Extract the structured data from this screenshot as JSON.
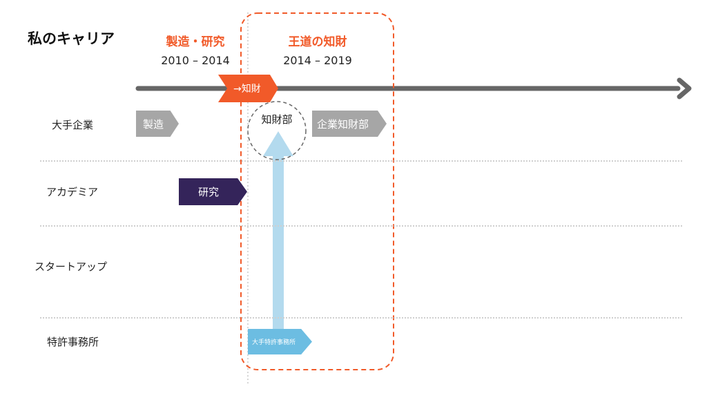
{
  "title": "私のキャリア",
  "phases": [
    {
      "name": "製造・研究",
      "years": "2010 – 2014"
    },
    {
      "name": "王道の知財",
      "years": "2014 – 2019"
    }
  ],
  "timeline_marker": "→知財",
  "rows": [
    "大手企業",
    "アカデミア",
    "スタートアップ",
    "特許事務所"
  ],
  "tags": {
    "manufacturing": "製造",
    "corporate_ip": "企業知財部",
    "research": "研究",
    "patent_firm": "大手特許事務所"
  },
  "circle_label": "知財部",
  "colors": {
    "accent": "#f15a29",
    "gray_tag": "#a6a6a6",
    "purple_tag": "#34245a",
    "light_blue": "#b3daee",
    "blue_tag": "#6cbde2",
    "timeline": "#666666"
  }
}
